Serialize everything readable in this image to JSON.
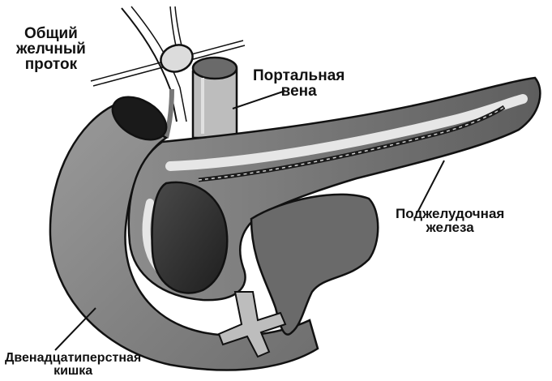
{
  "labels": {
    "bile_duct": [
      "Общий",
      "желчный",
      "проток"
    ],
    "portal_vein": [
      "Портальная",
      "вена"
    ],
    "pancreas": [
      "Поджелудочная",
      "железа"
    ],
    "duodenum": [
      "Двенадцатиперстная",
      "кишка"
    ]
  },
  "colors": {
    "outline": "#111111",
    "organ_fill": "#8a8a8a",
    "organ_dark": "#3a3a3a",
    "duct_light": "#e8e8e8",
    "background": "#ffffff"
  }
}
